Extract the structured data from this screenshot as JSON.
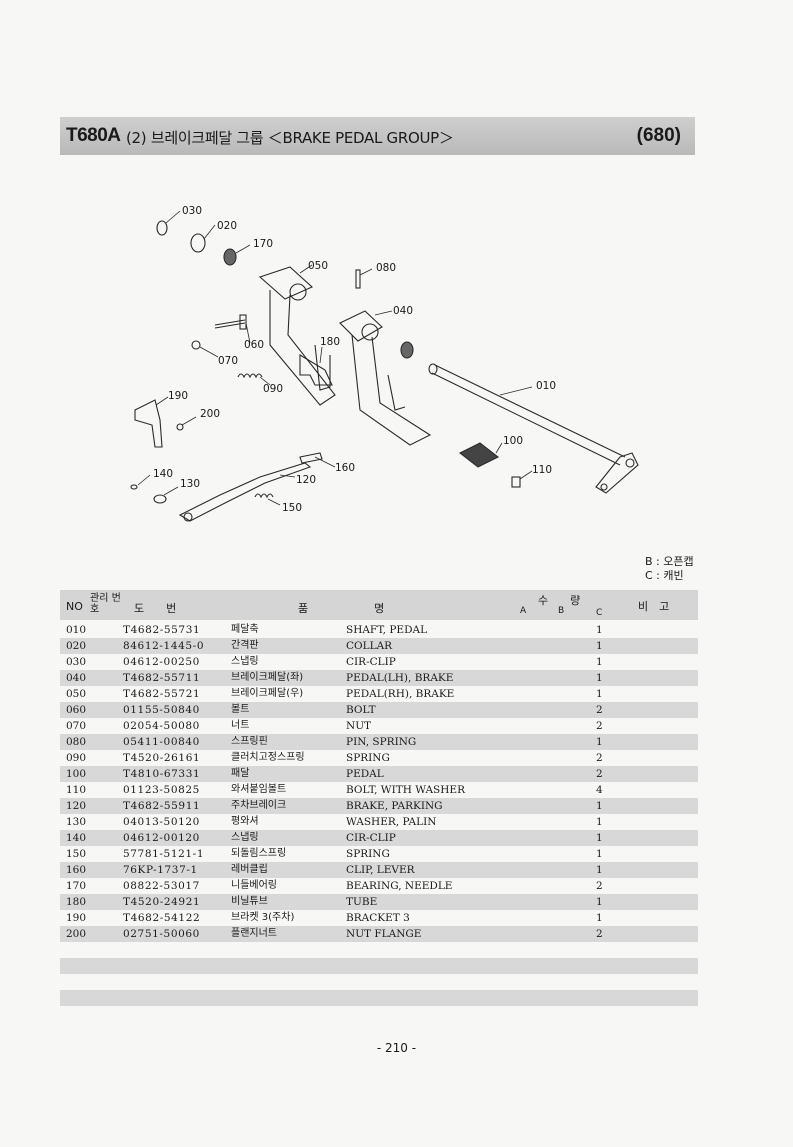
{
  "header": {
    "code": "T680A",
    "title": "(2) 브레이크페달 그룹 ＜BRAKE PEDAL GROUP＞",
    "page_ref": "(680)"
  },
  "callouts": [
    "030",
    "020",
    "170",
    "050",
    "080",
    "040",
    "060",
    "180",
    "070",
    "090",
    "010",
    "190",
    "200",
    "100",
    "110",
    "160",
    "140",
    "130",
    "120",
    "150"
  ],
  "legend": {
    "b": "B : 오픈캡",
    "c": "C : 캐빈"
  },
  "table_header": {
    "no": "NO",
    "mgmt": "관리 번호",
    "drawing": "도　　번",
    "name": "품　　　　　　명",
    "qty": "수　　량",
    "a": "A",
    "b": "B",
    "c": "C",
    "remark": "비　고"
  },
  "rows": [
    {
      "no": "010",
      "part": "T4682-55731",
      "kor": "페달축",
      "eng": "SHAFT, PEDAL",
      "qty": "1"
    },
    {
      "no": "020",
      "part": "84612-1445-0",
      "kor": "간격판",
      "eng": "COLLAR",
      "qty": "1"
    },
    {
      "no": "030",
      "part": "04612-00250",
      "kor": "스냅링",
      "eng": "CIR-CLIP",
      "qty": "1"
    },
    {
      "no": "040",
      "part": "T4682-55711",
      "kor": "브레이크페달(좌)",
      "eng": "PEDAL(LH), BRAKE",
      "qty": "1"
    },
    {
      "no": "050",
      "part": "T4682-55721",
      "kor": "브레이크페달(우)",
      "eng": "PEDAL(RH), BRAKE",
      "qty": "1"
    },
    {
      "no": "060",
      "part": "01155-50840",
      "kor": "볼트",
      "eng": "BOLT",
      "qty": "2"
    },
    {
      "no": "070",
      "part": "02054-50080",
      "kor": "너트",
      "eng": "NUT",
      "qty": "2"
    },
    {
      "no": "080",
      "part": "05411-00840",
      "kor": "스프링핀",
      "eng": "PIN, SPRING",
      "qty": "1"
    },
    {
      "no": "090",
      "part": "T4520-26161",
      "kor": "클러치고정스프링",
      "eng": "SPRING",
      "qty": "2"
    },
    {
      "no": "100",
      "part": "T4810-67331",
      "kor": "패달",
      "eng": "PEDAL",
      "qty": "2"
    },
    {
      "no": "110",
      "part": "01123-50825",
      "kor": "와셔붙임볼트",
      "eng": "BOLT, WITH WASHER",
      "qty": "4"
    },
    {
      "no": "120",
      "part": "T4682-55911",
      "kor": "주차브레이크",
      "eng": "BRAKE, PARKING",
      "qty": "1"
    },
    {
      "no": "130",
      "part": "04013-50120",
      "kor": "평와셔",
      "eng": "WASHER, PALIN",
      "qty": "1"
    },
    {
      "no": "140",
      "part": "04612-00120",
      "kor": "스냅링",
      "eng": "CIR-CLIP",
      "qty": "1"
    },
    {
      "no": "150",
      "part": "57781-5121-1",
      "kor": "되돌림스프링",
      "eng": "SPRING",
      "qty": "1"
    },
    {
      "no": "160",
      "part": "76KP-1737-1",
      "kor": "레버클립",
      "eng": "CLIP, LEVER",
      "qty": "1"
    },
    {
      "no": "170",
      "part": "08822-53017",
      "kor": "니들베어링",
      "eng": "BEARING, NEEDLE",
      "qty": "2"
    },
    {
      "no": "180",
      "part": "T4520-24921",
      "kor": "비닐튜브",
      "eng": "TUBE",
      "qty": "1"
    },
    {
      "no": "190",
      "part": "T4682-54122",
      "kor": "브라켓 3(주차)",
      "eng": "BRACKET 3",
      "qty": "1"
    },
    {
      "no": "200",
      "part": "02751-50060",
      "kor": "플랜지너트",
      "eng": "NUT FLANGE",
      "qty": "2"
    }
  ],
  "footer": "- 210 -"
}
